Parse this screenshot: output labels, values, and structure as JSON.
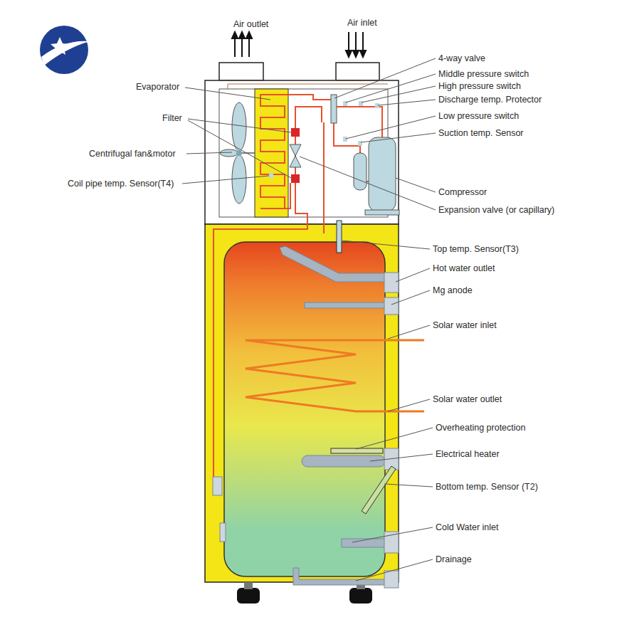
{
  "diagram": {
    "labels": [
      "Air outlet",
      "Air inlet",
      "4-way valve",
      "Middle pressure switch",
      "Evaporator",
      "High pressure switch",
      "Discharge temp. Protector",
      "Filter",
      "Low pressure switch",
      "Suction temp. Sensor",
      "Centrifugal fan&motor",
      "Coil pipe temp. Sensor(T4)",
      "Compressor",
      "Expansion valve (or capillary)",
      "Top temp. Sensor(T3)",
      "Hot water outlet",
      "Mg anode",
      "Solar water inlet",
      "Solar water outlet",
      "Overheating protection",
      "Electrical heater",
      "Bottom temp. Sensor (T2)",
      "Cold Water inlet",
      "Drainage"
    ]
  }
}
